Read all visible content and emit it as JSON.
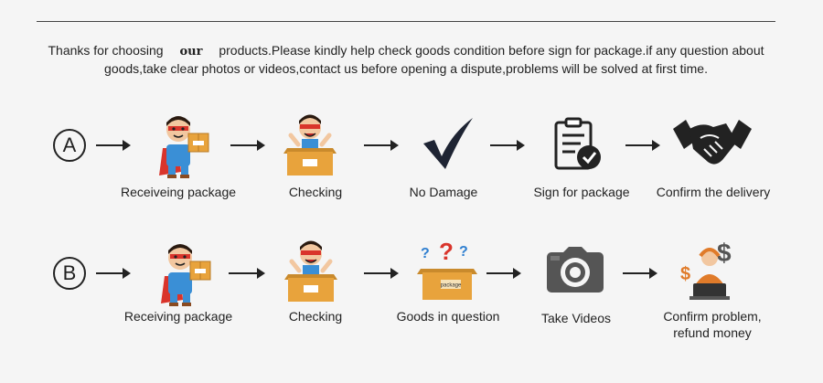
{
  "intro": {
    "part1": "Thanks for choosing",
    "our": "our",
    "part2": "products.Please kindly help check goods condition before sign for package.if any question about",
    "line2": "goods,take clear photos or videos,contact us before opening a dispute,problems will be solved at first time."
  },
  "rows": [
    {
      "marker": "A",
      "steps": [
        {
          "label": "Receiveing package",
          "icon": "courier-with-box-icon"
        },
        {
          "label": "Checking",
          "icon": "person-in-open-box-icon"
        },
        {
          "label": "No Damage",
          "icon": "checkmark-icon"
        },
        {
          "label": "Sign for package",
          "icon": "clipboard-check-icon"
        },
        {
          "label": "Confirm the delivery",
          "icon": "handshake-icon"
        }
      ]
    },
    {
      "marker": "B",
      "steps": [
        {
          "label": "Receiving package",
          "icon": "courier-with-box-icon"
        },
        {
          "label": "Checking",
          "icon": "person-in-open-box-icon"
        },
        {
          "label": "Goods in question",
          "icon": "box-with-question-marks-icon"
        },
        {
          "label": "Take Videos",
          "icon": "camera-icon"
        },
        {
          "label": "Confirm problem,",
          "label2": "refund money",
          "icon": "support-agent-money-icon"
        }
      ]
    }
  ],
  "box_label": "package",
  "colors": {
    "ink": "#222222",
    "box": "#e8a33c",
    "cape": "#d9342b",
    "shirt": "#3a8fd6",
    "question_red": "#d9342b",
    "question_blue": "#2f7fd0",
    "dollar": "#e07b2a"
  }
}
